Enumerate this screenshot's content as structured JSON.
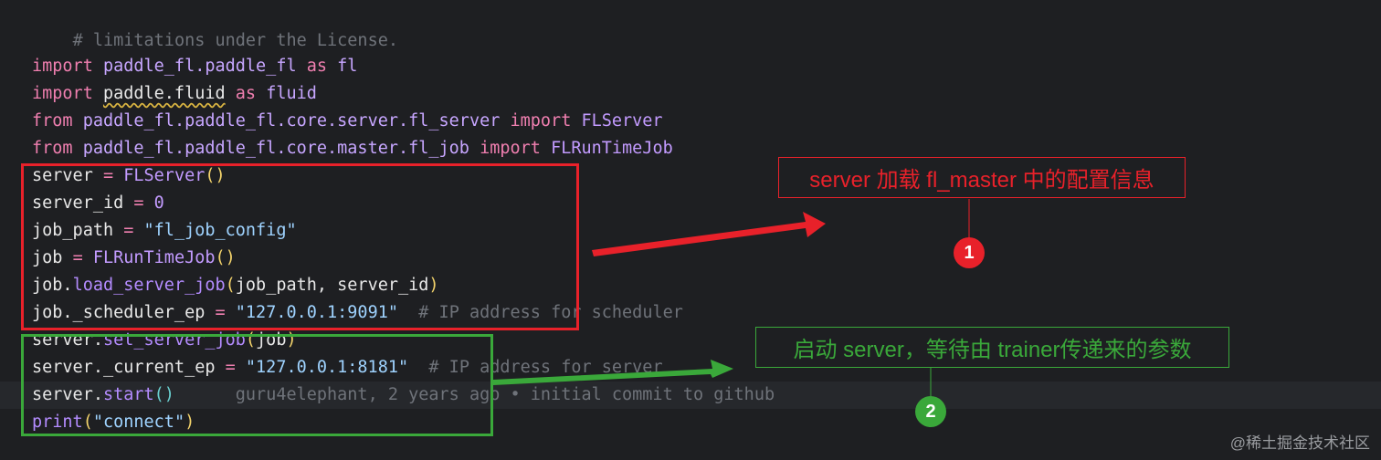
{
  "code": {
    "line_comment": "# limitations under the License.",
    "l_import1": {
      "kw": "import",
      "mod": "paddle_fl.paddle_fl",
      "as": "as",
      "alias": "fl"
    },
    "l_import2": {
      "kw": "import",
      "mod": "paddle.fluid",
      "as": "as",
      "alias": "fluid"
    },
    "l_from1": {
      "kw": "from",
      "mod": "paddle_fl.paddle_fl.core.server.fl_server",
      "imp": "import",
      "cls": "FLServer"
    },
    "l_from2": {
      "kw": "from",
      "mod": "paddle_fl.paddle_fl.core.master.fl_job",
      "imp": "import",
      "cls": "FLRunTimeJob"
    },
    "l_server": {
      "var": "server",
      "eq": "=",
      "cls": "FLServer",
      "paren": "()"
    },
    "l_server_id": {
      "var": "server_id",
      "eq": "=",
      "num": "0"
    },
    "l_job_path": {
      "var": "job_path",
      "eq": "=",
      "str": "\"fl_job_config\""
    },
    "l_job": {
      "var": "job",
      "eq": "=",
      "cls": "FLRunTimeJob",
      "paren": "()"
    },
    "l_load": {
      "obj": "job.",
      "fn": "load_server_job",
      "args": "job_path, server_id"
    },
    "l_sched": {
      "lhs": "job._scheduler_ep",
      "eq": "=",
      "str": "\"127.0.0.1:9091\"",
      "cm": "# IP address for scheduler"
    },
    "l_set": {
      "obj": "server.",
      "fn": "set_server_job",
      "args": "job"
    },
    "l_cur": {
      "lhs": "server._current_ep",
      "eq": "=",
      "str": "\"127.0.0.1:8181\"",
      "cm": "# IP address for server"
    },
    "l_start": {
      "obj": "server.",
      "fn": "start",
      "paren": "()",
      "blame": "guru4elephant, 2 years ago • initial commit to github"
    },
    "l_print": {
      "fn": "print",
      "str": "\"connect\""
    }
  },
  "annotations": {
    "label1": "server 加载 fl_master 中的配置信息",
    "label2": "启动 server，等待由 trainer传递来的参数",
    "badge1": "1",
    "badge2": "2",
    "red": "#e8212a",
    "green": "#3aa83a"
  },
  "watermark": "@稀土掘金技术社区"
}
